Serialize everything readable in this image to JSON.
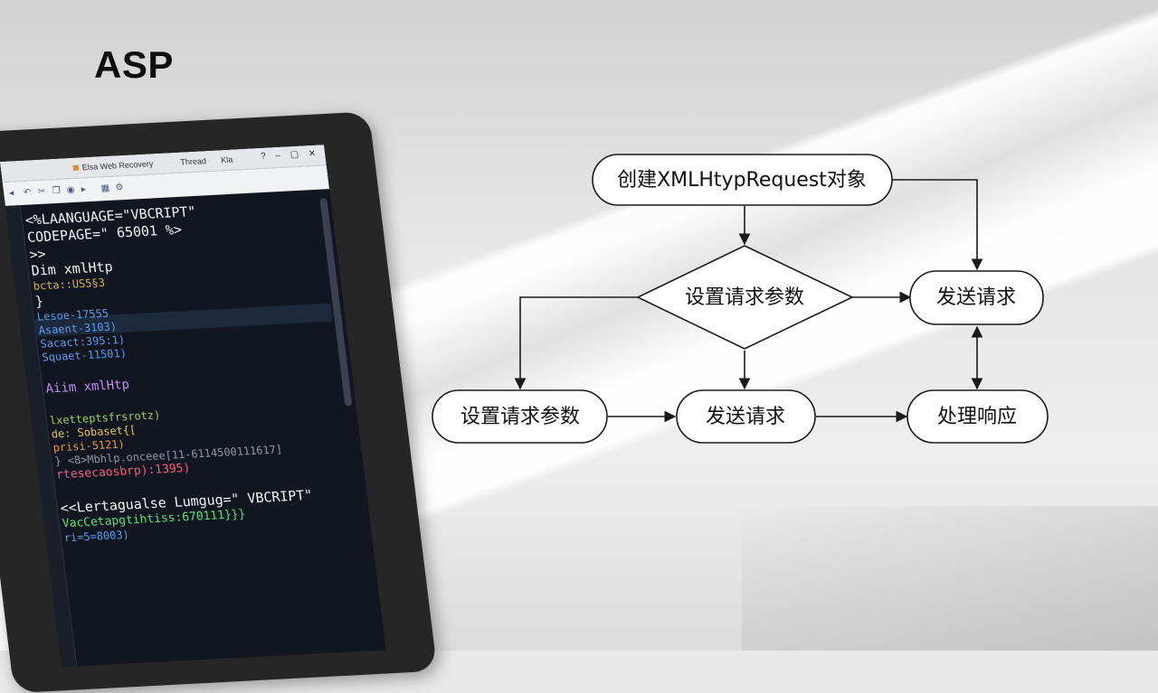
{
  "title": "ASP",
  "editor": {
    "tabs": [
      "Elsa Web Recovery",
      "Thread",
      "Kla"
    ],
    "window_controls": [
      "?",
      "–",
      "▢",
      "✕"
    ],
    "code_lines": [
      {
        "text": "<%LAANGUAGE=\"VBCRIPT\"",
        "cls": "c-w"
      },
      {
        "text": "CODEPAGE=\" 65001 %>",
        "cls": "c-w"
      },
      {
        "text": ">>",
        "cls": "c-w"
      },
      {
        "text": " Dim xmlHtp",
        "cls": "c-w"
      },
      {
        "text": " bcta::US5§3",
        "cls": "c-gold"
      },
      {
        "text": " }",
        "cls": "c-w"
      },
      {
        "text": "Lesoe-17555",
        "cls": "c-b"
      },
      {
        "text": "Asaent-3103)",
        "cls": "c-b"
      },
      {
        "text": " Sacact:395:1)",
        "cls": "c-b"
      },
      {
        "text": " Squaet-11501)",
        "cls": "c-b"
      },
      {
        "text": "",
        "cls": "c-w"
      },
      {
        "text": "  Aiim xmlHtp",
        "cls": "c-p"
      },
      {
        "text": "",
        "cls": "c-w"
      },
      {
        "text": "   lxetteptsfrsrotz)",
        "cls": "c-g"
      },
      {
        "text": "   de:  Sobaset{[",
        "cls": "c-y"
      },
      {
        "text": "   prisi-5121)",
        "cls": "c-o"
      },
      {
        "text": " }   <8>Mbhlp.onceee[11-6114500111617]",
        "cls": "c-dim"
      },
      {
        "text": "   rtesecaosbrp):1395)",
        "cls": "c-r"
      },
      {
        "text": "",
        "cls": "c-w"
      },
      {
        "text": "  <<Lertagualse Lumgug=\" VBCRIPT\"",
        "cls": "c-w"
      },
      {
        "text": "   VacCetapgtihtiss:670111}}}",
        "cls": "c-gr"
      },
      {
        "text": "   ri=5=8003)",
        "cls": "c-b"
      }
    ]
  },
  "flowchart": {
    "nodes": [
      {
        "id": "create",
        "shape": "rounded",
        "label": "创建XMLHtypRequest对象"
      },
      {
        "id": "set-params-decision",
        "shape": "diamond",
        "label": "设置请求参数"
      },
      {
        "id": "send-right",
        "shape": "rounded",
        "label": "发送请求"
      },
      {
        "id": "set-params",
        "shape": "rounded",
        "label": "设置请求参数"
      },
      {
        "id": "send-middle",
        "shape": "rounded",
        "label": "发送请求"
      },
      {
        "id": "handle-response",
        "shape": "rounded",
        "label": "处理响应"
      }
    ],
    "edges": [
      {
        "from": "create",
        "to": "set-params-decision"
      },
      {
        "from": "create",
        "to": "send-right"
      },
      {
        "from": "set-params-decision",
        "to": "send-right"
      },
      {
        "from": "set-params-decision",
        "to": "set-params"
      },
      {
        "from": "set-params-decision",
        "to": "send-middle"
      },
      {
        "from": "set-params",
        "to": "send-middle"
      },
      {
        "from": "send-middle",
        "to": "handle-response"
      },
      {
        "from": "handle-response",
        "to": "send-right",
        "bidirectional": true
      }
    ]
  }
}
